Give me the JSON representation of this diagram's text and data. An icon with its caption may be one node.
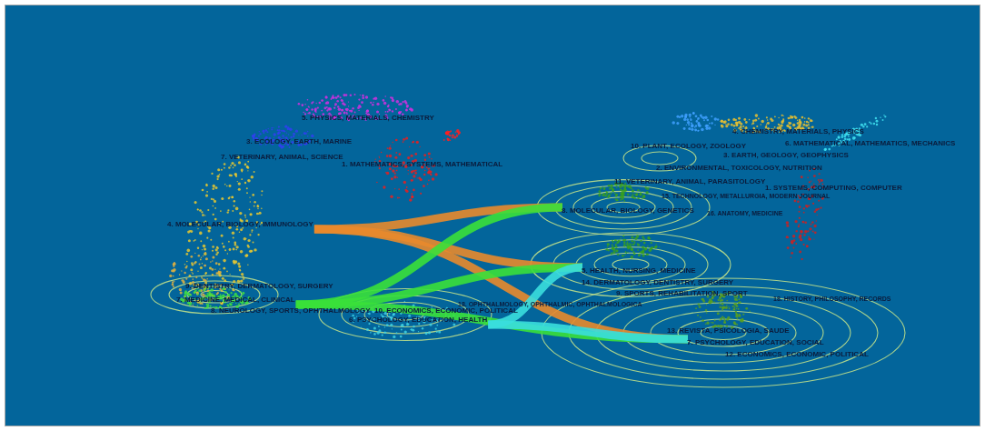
{
  "diagram": {
    "nodes": [
      {
        "text": [
          "4. MOLECULAR, BIOLOGY, IMMUNOLOGY"
        ]
      },
      {
        "text": [
          "7. MEDICINE, MEDICAL, CLINICAL"
        ]
      },
      {
        "text": [
          "6. PSYCHOLOGY, EDUCATION, HEALTH"
        ]
      },
      {
        "text": [
          "8. MOLECULAR, BIOLOGY, GENETICS"
        ]
      },
      {
        "text": [
          "5. HEALTH, NURSING, MEDICINE"
        ]
      },
      {
        "text": [
          "7. PSYCHOLOGY, EDUCATION, SOCIAL"
        ]
      }
    ],
    "edges": [
      {
        "from": 0,
        "to": 3,
        "arrow": "none",
        "color": "#e8892c"
      },
      {
        "from": 0,
        "to": 4,
        "arrow": "none",
        "color": "#e8892c"
      },
      {
        "from": 0,
        "to": 5,
        "arrow": "none",
        "color": "#e8892c"
      },
      {
        "from": 1,
        "to": 3,
        "arrow": "none",
        "color": "#3ae03a"
      },
      {
        "from": 1,
        "to": 4,
        "arrow": "none",
        "color": "#3ae03a"
      },
      {
        "from": 1,
        "to": 5,
        "arrow": "none",
        "color": "#3ae03a"
      },
      {
        "from": 2,
        "to": 4,
        "arrow": "none",
        "color": "#3adede"
      },
      {
        "from": 2,
        "to": 5,
        "arrow": "none",
        "color": "#3adede"
      }
    ],
    "labels": [
      "5. PHYSICS, MATERIALS, CHEMISTRY",
      "4. CHEMISTRY, MATERIALS, PHYSICS",
      "6. MATHEMATICAL, MATHEMATICS, MECHANICS",
      "3. ECOLOGY, EARTH, MARINE",
      "10. PLANT, ECOLOGY, ZOOLOGY",
      "3. EARTH, GEOLOGY, GEOPHYSICS",
      "7. VETERINARY, ANIMAL, SCIENCE",
      "1. MATHEMATICS, SYSTEMS, MATHEMATICAL",
      "2. ENVIRONMENTAL, TOXICOLOGY, NUTRITION",
      "11. VETERINARY, ANIMAL, PARASITOLOGY",
      "1. SYSTEMS, COMPUTING, COMPUTER",
      "15. TECHNOLOGY, METALLURGIA, MODERN JOURNAL",
      "16. ANATOMY, MEDICINE",
      "14. DERMATOLOGY, DENTISTRY, SURGERY",
      "9. DENTISTRY, DERMATOLOGY, SURGERY",
      "9. SPORTS, REHABILITATION, SPORT",
      "18. HISTORY, PHILOSOPHY, RECORDS",
      "8. NEUROLOGY, SPORTS, OPHTHALMOLOGY",
      "18. OPHTHALMOLOGY, OPHTHALMIC, OPHTHALMOLOGICA",
      "10. ECONOMICS, ECONOMIC, POLITICAL",
      "13. REVISTA, PSICOLOGIA, SAUDE",
      "12. ECONOMICS, ECONOMIC, POLITICAL"
    ]
  }
}
